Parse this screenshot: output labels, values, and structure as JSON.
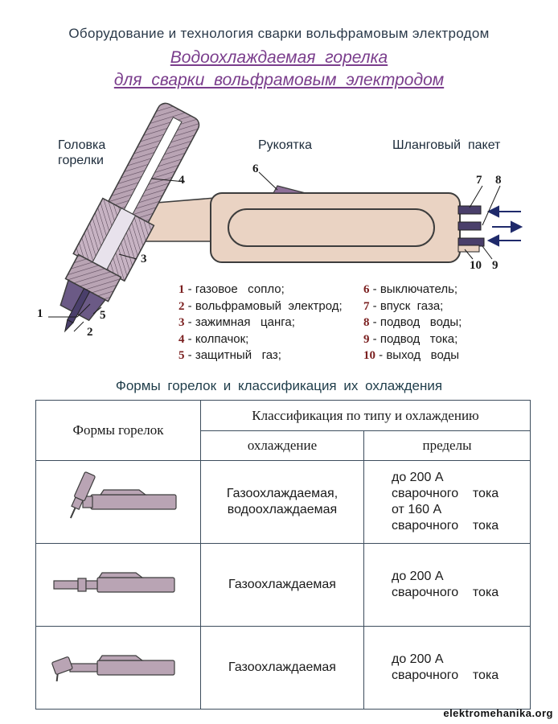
{
  "header": "Оборудование  и  технология  сварки  вольфрамовым  электродом",
  "title_line1": "Водоохлаждаемая горелка",
  "title_line2": "для сварки вольфрамовым электродом",
  "labels": {
    "head_line1": "Головка",
    "head_line2": "горелки",
    "handle": "Рукоятка",
    "hose": "Шланговый  пакет"
  },
  "callouts": [
    "1",
    "2",
    "3",
    "4",
    "5",
    "6",
    "7",
    "8",
    "9",
    "10"
  ],
  "legend_left": [
    {
      "n": "1",
      "text": " - газовое   сопло;"
    },
    {
      "n": "2",
      "text": " - вольфрамовый  электрод;"
    },
    {
      "n": "3",
      "text": " - зажимная   цанга;"
    },
    {
      "n": "4",
      "text": " - колпачок;"
    },
    {
      "n": "5",
      "text": " - защитный   газ;"
    }
  ],
  "legend_right": [
    {
      "n": "6",
      "text": " - выключатель;"
    },
    {
      "n": "7",
      "text": " - впуск  газа;"
    },
    {
      "n": "8",
      "text": " - подвод   воды;"
    },
    {
      "n": "9",
      "text": " - подвод   тока;"
    },
    {
      "n": "10",
      "text": " - выход   воды"
    }
  ],
  "section_title": "Формы  горелок   и  классификация   их  охлаждения",
  "table": {
    "col_forms": "Формы   горелок",
    "col_class": "Классификация   по   типу   и   охлаждению",
    "col_cooling": "охлаждение",
    "col_limits": "пределы",
    "rows": [
      {
        "cooling": "Газоохлаждаемая,\nводоохлаждаемая",
        "limits": "до 200 А\nсварочного    тока\nот 160 А\nсварочного    тока"
      },
      {
        "cooling": "Газоохлаждаемая",
        "limits": "до 200 А\nсварочного    тока"
      },
      {
        "cooling": "Газоохлаждаемая",
        "limits": "до 200 А\nсварочного    тока"
      }
    ]
  },
  "footer": "elektromehanika.org",
  "colors": {
    "handle": "#ead3c3",
    "torch_body": "#b9a4b4",
    "electrode": "#4a3f6b",
    "arrow": "#1f2a6b",
    "title": "#7a3d8c"
  }
}
